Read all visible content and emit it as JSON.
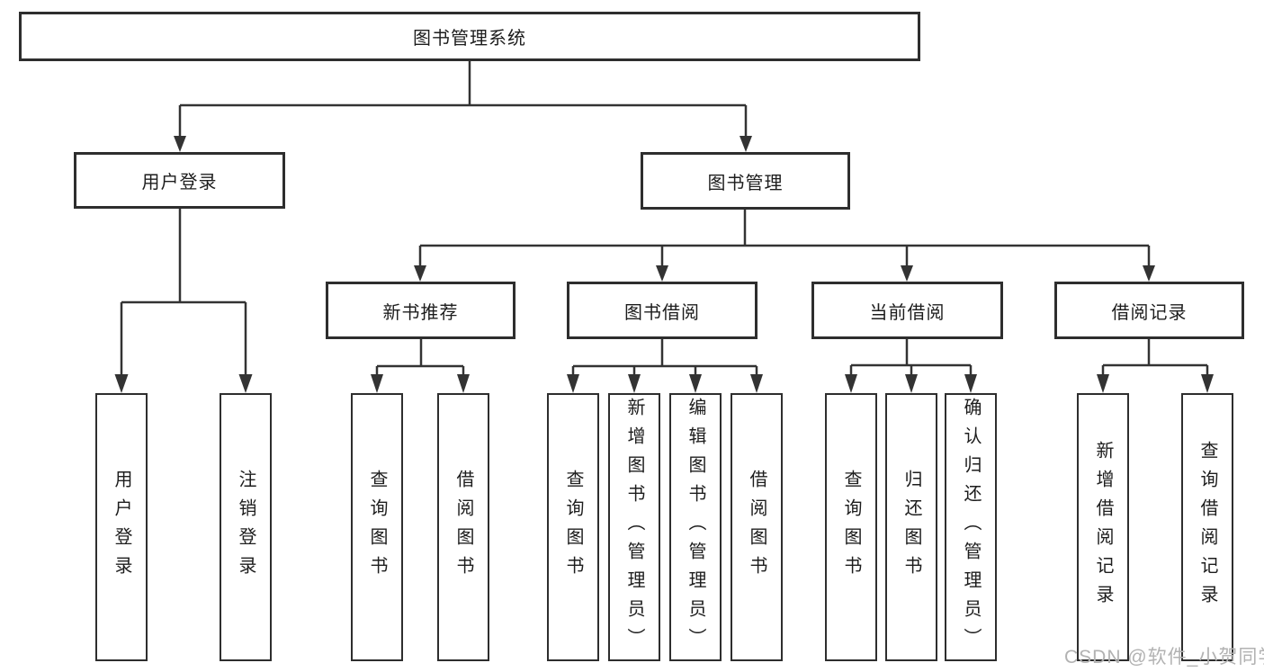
{
  "colors": {
    "line": "#333333",
    "box_border": "#2e2e2e",
    "text": "#1d1d1d",
    "background": "#ffffff",
    "watermark": "#b2b2b2"
  },
  "watermark": {
    "text": "CSDN @软件_小贺同学"
  },
  "tree": {
    "root": {
      "label": "图书管理系统",
      "children": [
        {
          "label": "用户登录",
          "children": [
            {
              "label": "用户登录"
            },
            {
              "label": "注销登录"
            }
          ]
        },
        {
          "label": "图书管理",
          "children": [
            {
              "label": "新书推荐",
              "children": [
                {
                  "label": "查询图书"
                },
                {
                  "label": "借阅图书"
                }
              ]
            },
            {
              "label": "图书借阅",
              "children": [
                {
                  "label": "查询图书"
                },
                {
                  "label": "新增图书（管理员）"
                },
                {
                  "label": "编辑图书（管理员）"
                },
                {
                  "label": "借阅图书"
                }
              ]
            },
            {
              "label": "当前借阅",
              "children": [
                {
                  "label": "查询图书"
                },
                {
                  "label": "归还图书"
                },
                {
                  "label": "确认归还（管理员）"
                }
              ]
            },
            {
              "label": "借阅记录",
              "children": [
                {
                  "label": "新增借阅记录"
                },
                {
                  "label": "查询借阅记录"
                }
              ]
            }
          ]
        }
      ]
    }
  }
}
